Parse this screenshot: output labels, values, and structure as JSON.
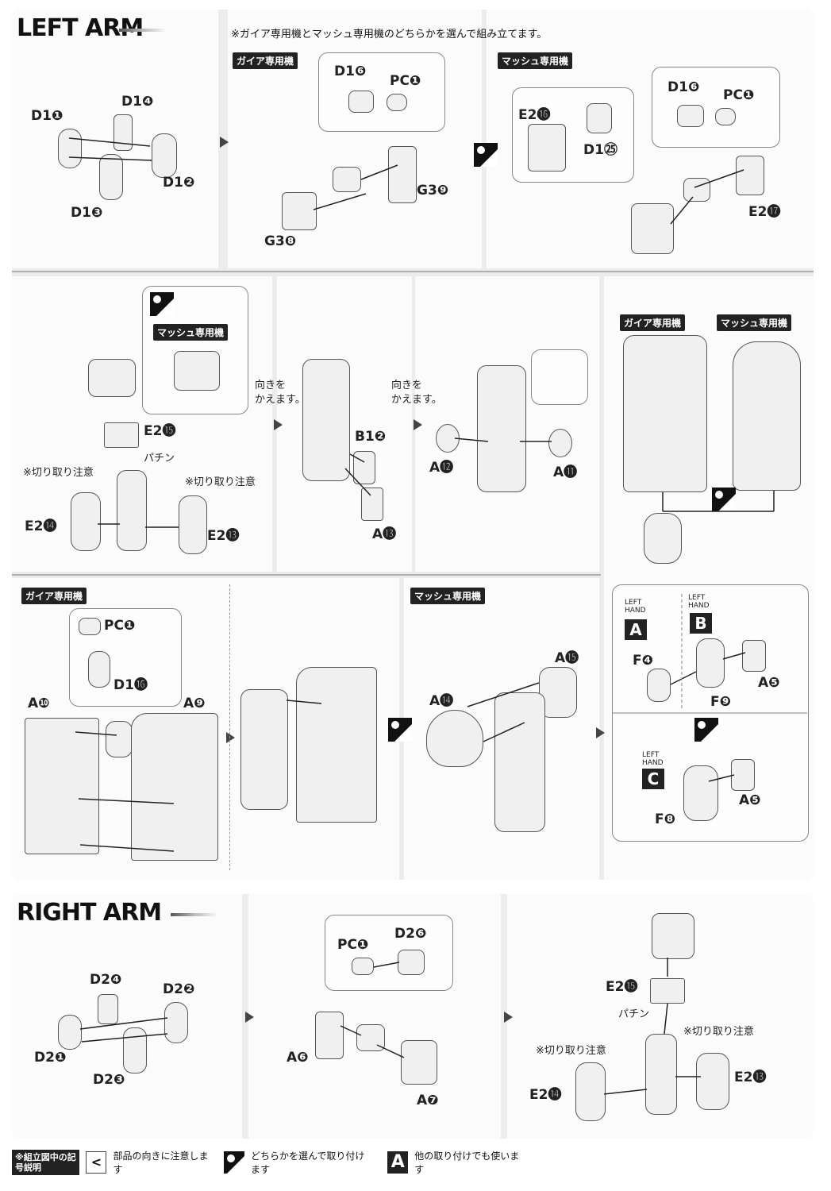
{
  "left_arm": {
    "title": "LEFT ARM",
    "note": "※ガイア専用機とマッシュ専用機のどちらかを選んで組み立てます。",
    "gaia_tag": "ガイア専用機",
    "mash_tag": "マッシュ専用機",
    "step1_labels": [
      "D1❶",
      "D1❹",
      "D1❷",
      "D1❸"
    ],
    "step2_labels": [
      "D1❻",
      "PC❶",
      "G3❾",
      "G3❽"
    ],
    "step3_labels": [
      "E2⓰",
      "D1㉕",
      "D1❻",
      "PC❶",
      "E2⓱"
    ],
    "row2_labels": {
      "e2_15": "E2⓯",
      "e2_14": "E2⓮",
      "e2_13": "E2⓭",
      "cut_note": "※切り取り注意",
      "pachin": "パチン",
      "b1_2": "B1❷",
      "a13": "A⓭",
      "a12": "A⓬",
      "a11": "A⓫",
      "turn_note_1": "向きを",
      "turn_note_2": "かえます。"
    },
    "row3_labels": {
      "a10": "A❿",
      "a9": "A❾",
      "pc1": "PC❶",
      "d1_16": "D1⓰",
      "a14": "A⓮",
      "a15": "A⓯"
    },
    "hands": {
      "left_hand": "LEFT HAND",
      "box_a": "A",
      "box_b": "B",
      "box_c": "C",
      "f4": "F❹",
      "a5": "A❺",
      "f9": "F❾",
      "f8": "F❽"
    }
  },
  "right_arm": {
    "title": "RIGHT ARM",
    "step1_labels": [
      "D2❹",
      "D2❷",
      "D2❶",
      "D2❸"
    ],
    "step2_labels": [
      "PC❶",
      "D2❻",
      "A❻",
      "A❼"
    ],
    "step3_labels": [
      "E2⓯",
      "パチン",
      "※切り取り注意",
      "※切り取り注意",
      "E2⓮",
      "E2⓭"
    ]
  },
  "legend": {
    "heading": "※組立図中の記号説明",
    "item1": "部品の向きに注意します",
    "item2": "どちらかを選んで取り付けます",
    "item3": "他の取り付けでも使います",
    "item3_letter": "A",
    "item1_symbol": "<"
  }
}
